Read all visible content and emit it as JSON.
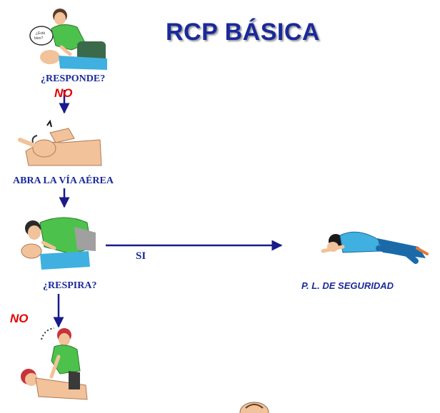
{
  "title": "RCP BÁSICA",
  "steps": [
    {
      "label": "¿RESPONDE?",
      "icon": "check-responsiveness-illustration"
    },
    {
      "label": "ABRA LA VÍA AÉREA",
      "icon": "open-airway-illustration"
    },
    {
      "label": "¿RESPIRA?",
      "icon": "check-breathing-illustration"
    },
    {
      "label": "",
      "icon": "chest-compression-illustration"
    }
  ],
  "branches": {
    "no_1": "NO",
    "no_2": "NO",
    "si": "SI"
  },
  "recovery_position": {
    "label": "P. L. DE SEGURIDAD",
    "icon": "recovery-position-illustration"
  },
  "colors": {
    "title": "#1a2a9a",
    "arrow": "#1a1a8a",
    "no": "#e60000",
    "skin": "#f2c29a",
    "green_shirt": "#4cc24c",
    "blue_shirt": "#3fb0e0"
  }
}
